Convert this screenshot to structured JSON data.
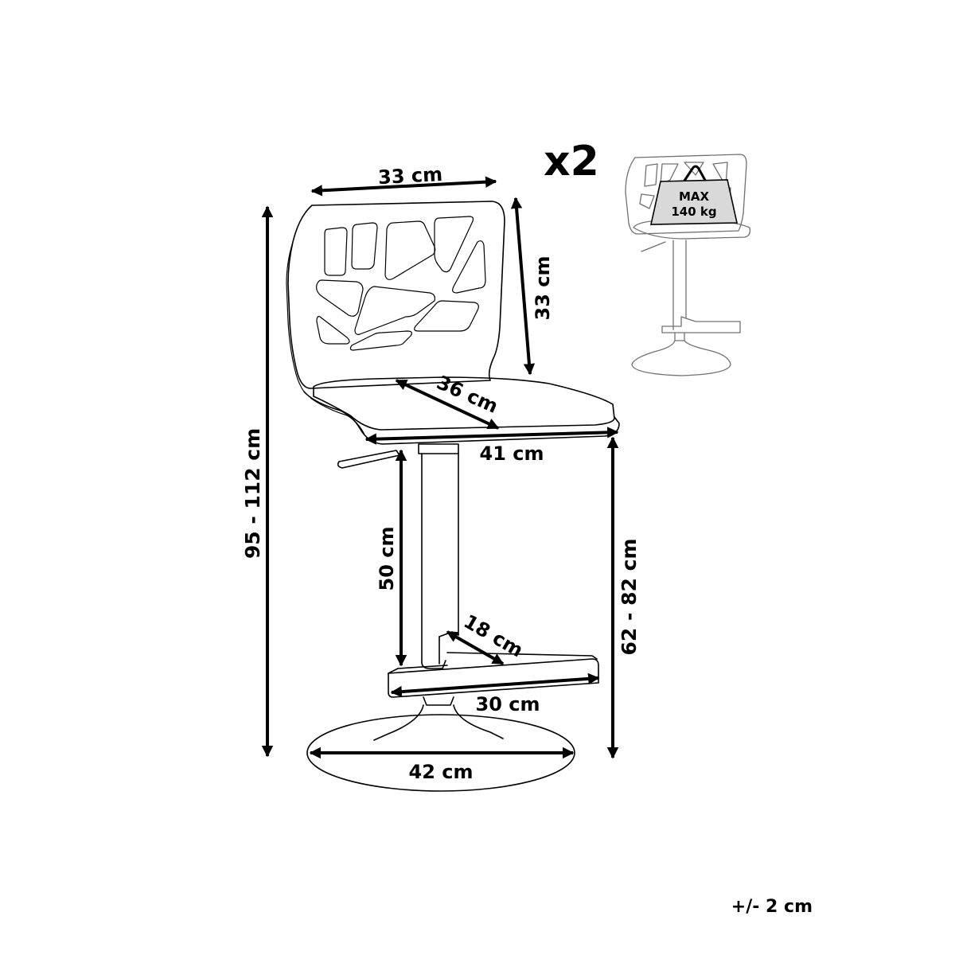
{
  "multiplier": "x2",
  "max_load": {
    "line1": "MAX",
    "line2": "140 kg"
  },
  "dimensions": {
    "back_width": "33 cm",
    "back_height": "33 cm",
    "seat_depth": "36 cm",
    "seat_width": "41 cm",
    "total_height": "95 - 112 cm",
    "gas_lift": "50 cm",
    "seat_height": "62 - 82 cm",
    "footrest_depth": "18 cm",
    "footrest_width": "30 cm",
    "base_diameter": "42 cm"
  },
  "tolerance": "+/- 2 cm",
  "colors": {
    "line": "#000000",
    "thumbnail_line": "#707070",
    "weight_fill": "#d9d9d9"
  }
}
